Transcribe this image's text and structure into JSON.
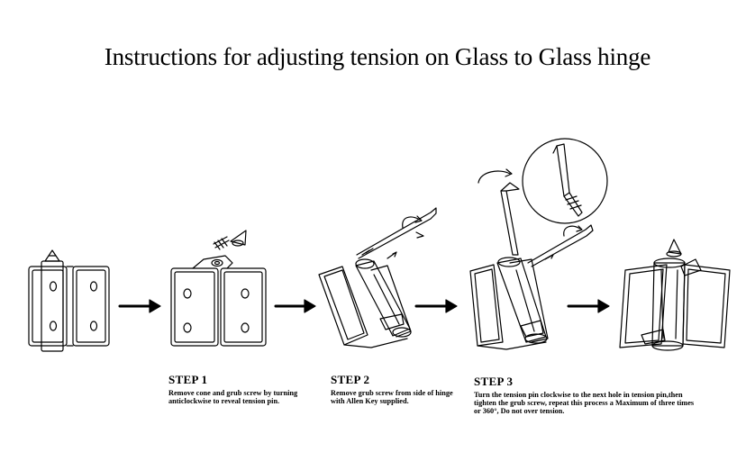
{
  "title": "Instructions for adjusting tension on Glass to Glass hinge",
  "steps": [
    {
      "heading": "STEP 1",
      "text": "Remove cone and grub screw by turning anticlockwise to reveal tension pin."
    },
    {
      "heading": "STEP 2",
      "text": "Remove  grub screw from side of hinge with Allen Key supplied."
    },
    {
      "heading": "STEP 3",
      "text": "Turn the tension pin clockwise to the next hole in tension pin,then tighten the grub screw, repeat this process a Maximum of three times or 360°, Do not over tension."
    }
  ]
}
